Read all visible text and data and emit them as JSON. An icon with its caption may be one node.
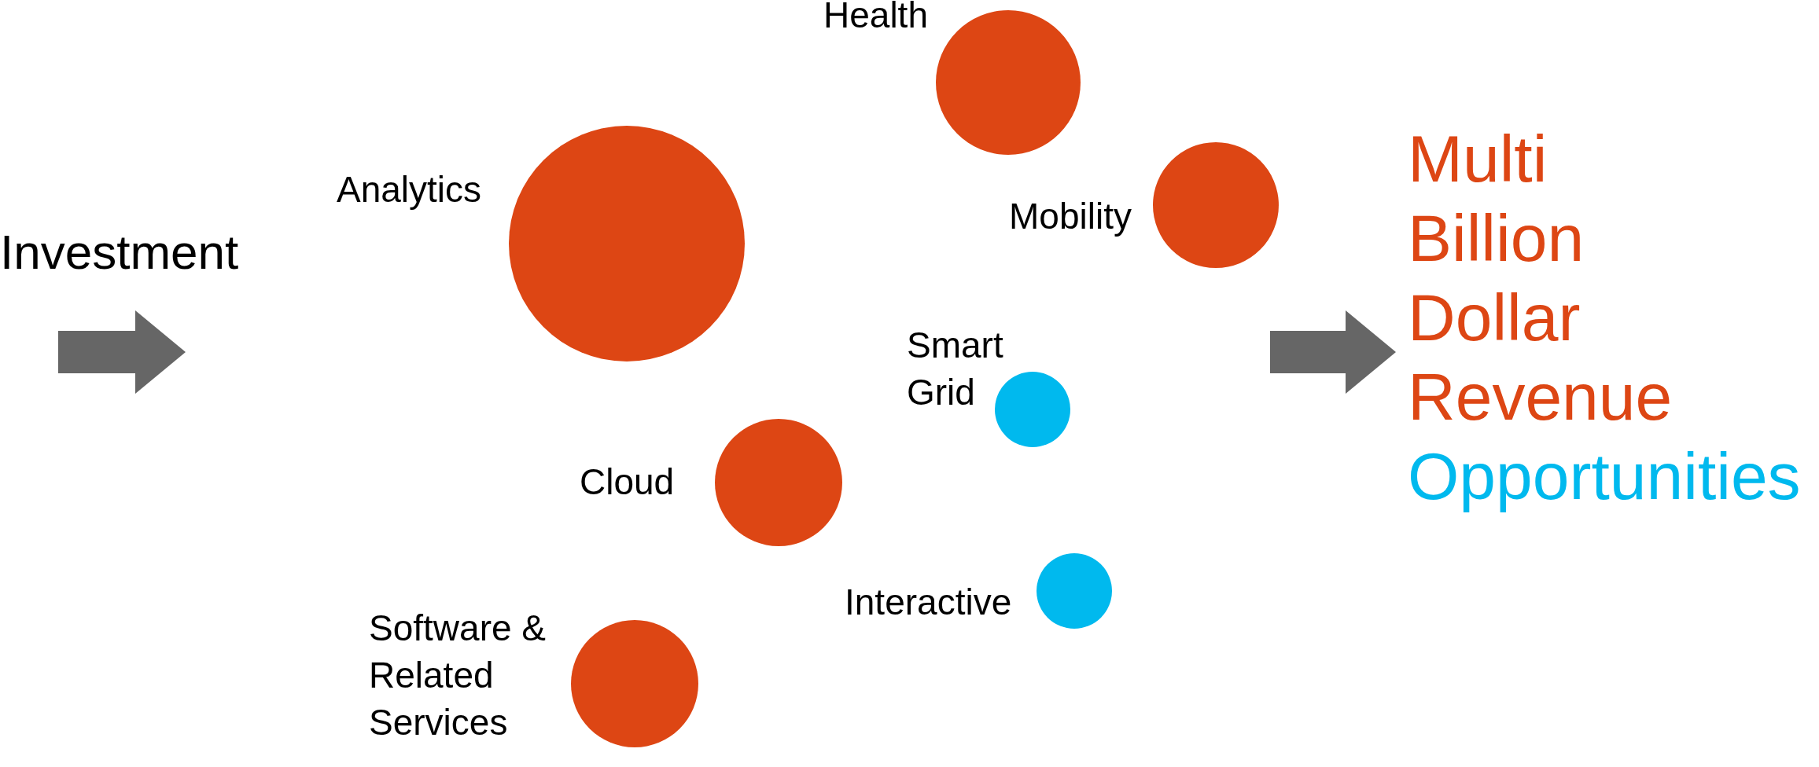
{
  "diagram": {
    "nodes": [
      {
        "text": [],
        "shape": "circle",
        "beside": [
          "Health"
        ]
      },
      {
        "text": [],
        "shape": "circle",
        "beside": [
          "Analytics"
        ]
      },
      {
        "text": [],
        "shape": "circle",
        "beside": [
          "Mobility"
        ]
      },
      {
        "text": [],
        "shape": "circle",
        "beside": [
          "Smart Grid"
        ]
      },
      {
        "text": [],
        "shape": "circle",
        "beside": [
          "Cloud"
        ]
      },
      {
        "text": [],
        "shape": "circle",
        "beside": [
          "Interactive"
        ]
      },
      {
        "text": [],
        "shape": "circle",
        "beside": [
          "Software & Related Services"
        ]
      }
    ],
    "labels": [
      "Investment",
      "Multi",
      "Billion",
      "Dollar",
      "Revenue",
      "Opportunities"
    ]
  }
}
